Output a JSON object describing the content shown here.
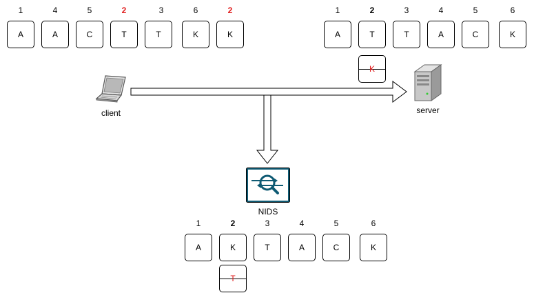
{
  "client": {
    "label": "client",
    "packets": [
      {
        "seq": "1",
        "char": "A",
        "seq_style": "normal"
      },
      {
        "seq": "4",
        "char": "A",
        "seq_style": "normal"
      },
      {
        "seq": "5",
        "char": "C",
        "seq_style": "normal"
      },
      {
        "seq": "2",
        "char": "T",
        "seq_style": "red"
      },
      {
        "seq": "3",
        "char": "T",
        "seq_style": "normal"
      },
      {
        "seq": "6",
        "char": "K",
        "seq_style": "normal"
      },
      {
        "seq": "2",
        "char": "K",
        "seq_style": "red"
      }
    ]
  },
  "server": {
    "label": "server",
    "packets": [
      {
        "seq": "1",
        "char": "A",
        "seq_style": "normal"
      },
      {
        "seq": "2",
        "char": "T",
        "seq_style": "bold"
      },
      {
        "seq": "3",
        "char": "T",
        "seq_style": "normal"
      },
      {
        "seq": "4",
        "char": "A",
        "seq_style": "normal"
      },
      {
        "seq": "5",
        "char": "C",
        "seq_style": "normal"
      },
      {
        "seq": "6",
        "char": "K",
        "seq_style": "normal"
      }
    ],
    "discarded": {
      "char": "K"
    }
  },
  "nids": {
    "label": "NIDS",
    "packets": [
      {
        "seq": "1",
        "char": "A",
        "seq_style": "normal"
      },
      {
        "seq": "2",
        "char": "K",
        "seq_style": "bold"
      },
      {
        "seq": "3",
        "char": "T",
        "seq_style": "normal"
      },
      {
        "seq": "4",
        "char": "A",
        "seq_style": "normal"
      },
      {
        "seq": "5",
        "char": "C",
        "seq_style": "normal"
      },
      {
        "seq": "6",
        "char": "K",
        "seq_style": "normal"
      }
    ],
    "discarded": {
      "char": "T"
    }
  },
  "colors": {
    "conflict": "#e01b1b",
    "nids_icon_bg": "#0e5a73",
    "nids_icon_border": "#000000"
  }
}
